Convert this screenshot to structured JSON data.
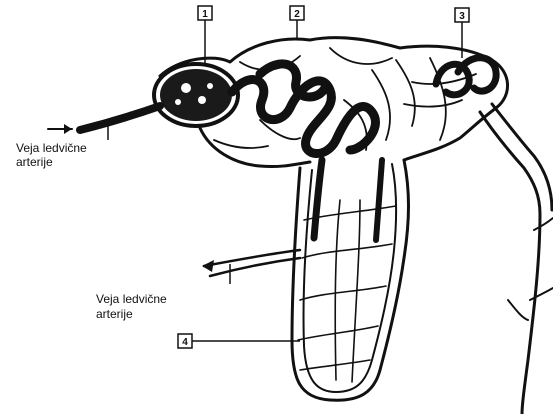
{
  "diagram": {
    "markers": [
      "1",
      "2",
      "3",
      "4"
    ],
    "label_artery_top_line1": "Veja ledvične",
    "label_artery_top_line2": "arterije",
    "label_artery_bottom_line1": "Veja ledvične",
    "label_artery_bottom_line2": "arterije"
  }
}
